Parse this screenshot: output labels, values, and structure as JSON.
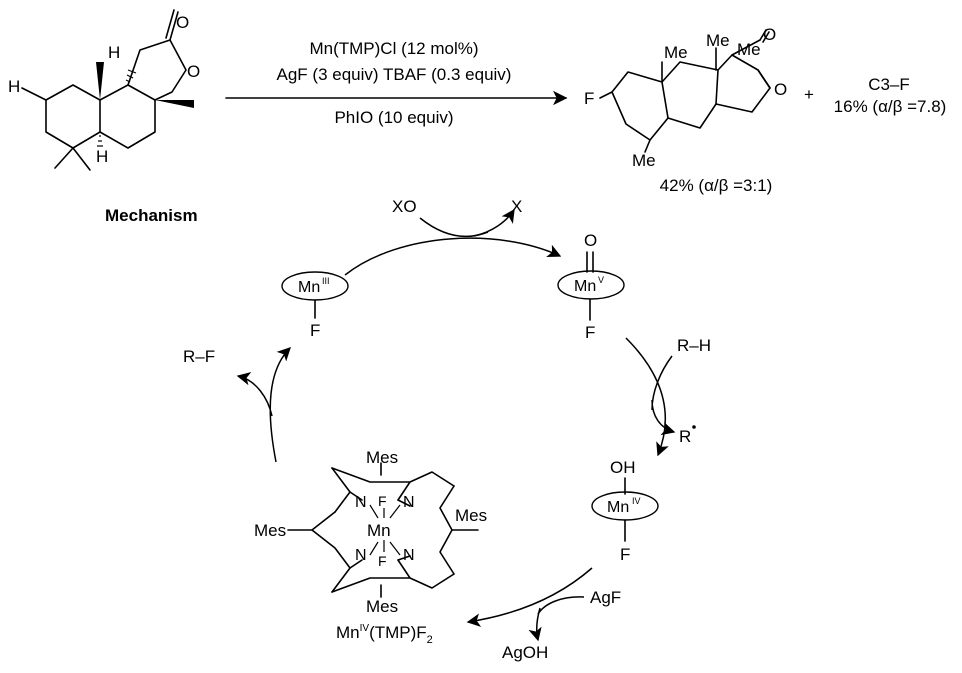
{
  "reaction": {
    "reagent_line1": "Mn(TMP)Cl (12 mol%)",
    "reagent_line2": "AgF (3 equiv) TBAF (0.3 equiv)",
    "reagent_line3": "PhIO (10 equiv)",
    "substrate_label_H": "H",
    "substrate_label_O1": "O",
    "substrate_label_O2": "O",
    "product_me1": "Me",
    "product_me2": "Me",
    "product_me3": "Me",
    "product_me4": "Me",
    "product_F": "F",
    "product_O1": "O",
    "product_O2": "O",
    "plus": "+",
    "yield_main": "42% (α/β =3:1)",
    "side_label": "C3–F",
    "side_yield": "16% (α/β =7.8)"
  },
  "mechanism": {
    "title": "Mechanism",
    "xo": "XO",
    "x": "X",
    "mn3": "Mn",
    "mn3_ox": "III",
    "mn3_F": "F",
    "mn5_O": "O",
    "mn5": "Mn",
    "mn5_ox": "V",
    "mn5_F": "F",
    "rh": "R–H",
    "r_radical": "R",
    "oh": "OH",
    "mn4": "Mn",
    "mn4_ox": "IV",
    "mn4_F": "F",
    "agf": "AgF",
    "agoh": "AgOH",
    "rf": "R–F",
    "porphyrin": {
      "mes_top": "Mes",
      "mes_left": "Mes",
      "mes_right": "Mes",
      "mes_bottom": "Mes",
      "N": "N",
      "Mn": "Mn",
      "F": "F",
      "name_prefix": "Mn",
      "name_ox": "IV",
      "name_main": "(TMP)F",
      "name_sub": "2"
    }
  }
}
